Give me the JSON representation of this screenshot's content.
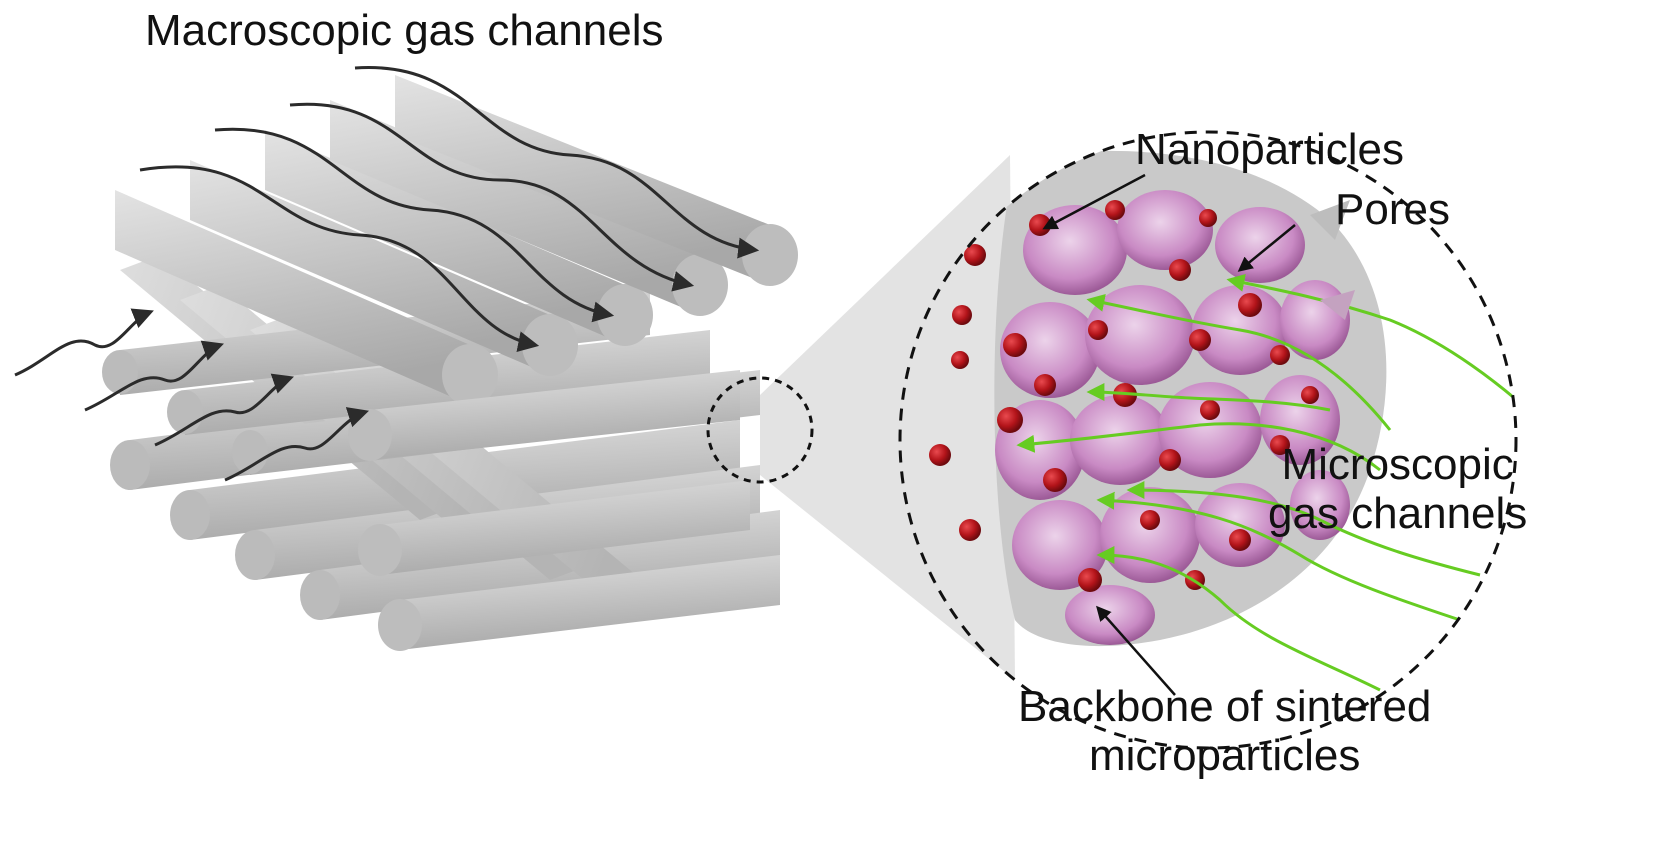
{
  "labels": {
    "macroscopic_gas_channels": "Macroscopic gas channels",
    "nanoparticles": "Nanoparticles",
    "pores": "Pores",
    "microscopic_gas_channels_line1": "Microscopic",
    "microscopic_gas_channels_line2": "gas channels",
    "backbone_line1": "Backbone of sintered",
    "backbone_line2": "microparticles"
  },
  "colors": {
    "fiber": "#c8c8c8",
    "fiber_shade": "#a9a9a9",
    "fiber_end": "#b9b9b9",
    "pore": "#c27fbd",
    "pore_light": "#e2bfe0",
    "nanoparticle": "#b3141a",
    "micro_channel_arrow": "#66cc22",
    "macro_channel_arrow": "#2b2b2b",
    "zoom_cone": "#dcdcdc",
    "outline_dash": "#111111"
  }
}
